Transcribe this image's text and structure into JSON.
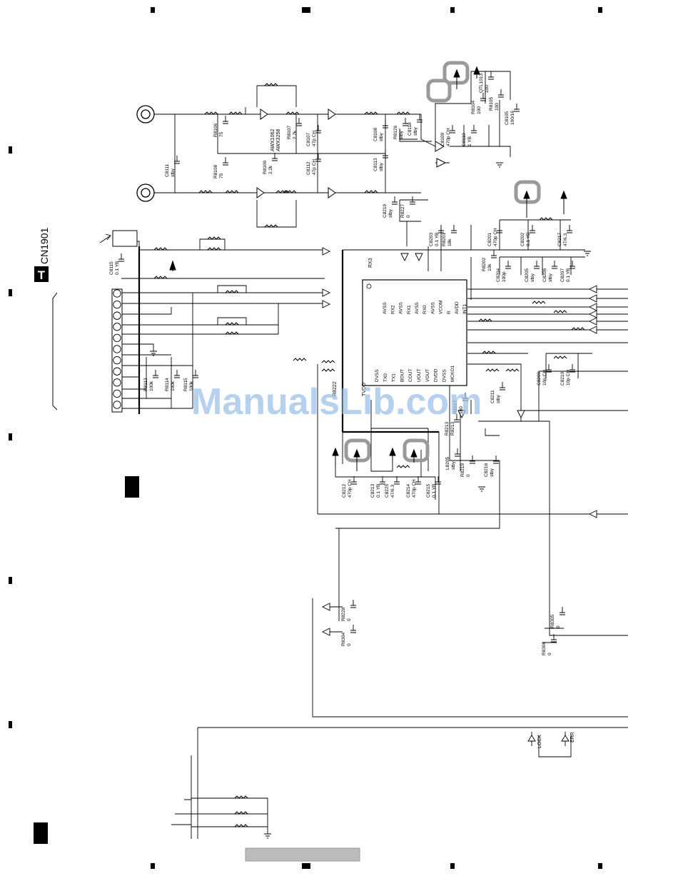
{
  "connector": {
    "badge": "T",
    "name": "CN1901"
  },
  "watermark": "ManualsLib.com",
  "ic": {
    "left_pins": [
      "RX3",
      "AVSS",
      "RX2",
      "AVSS",
      "RX1",
      "AVSS",
      "RX0",
      "AVSS",
      "VCOM",
      "R",
      "AVDD",
      "INT1"
    ],
    "bottom_pins": [
      "DVSS",
      "TX0",
      "TX1",
      "BOUT",
      "COUT",
      "UOUT",
      "VOUT",
      "DVDD",
      "DVSS",
      "MCKO1"
    ],
    "extra_labels": [
      "TVDD",
      "R8222"
    ]
  },
  "parts": [
    {
      "ref": "C8111",
      "val": "stby"
    },
    {
      "ref": "R8106",
      "val": "75"
    },
    {
      "ref": "R8108",
      "val": "75"
    },
    {
      "ref": "R8109",
      "val": "2.2k"
    },
    {
      "ref": "R8107",
      "val": "2.2k"
    },
    {
      "ref": "C8107",
      "val": "47p CH"
    },
    {
      "ref": "C8112",
      "val": "47p CH"
    },
    {
      "ref": "C8108",
      "val": "stby"
    },
    {
      "ref": "C8113",
      "val": "stby"
    },
    {
      "ref": "R8126",
      "val": "stby"
    },
    {
      "ref": "C8118",
      "val": "stby"
    },
    {
      "ref": "C8109",
      "val": "470p CH"
    },
    {
      "ref": "C8110",
      "val": "1 YB"
    },
    {
      "ref": "R8104",
      "val": "100"
    },
    {
      "ref": "R8105",
      "val": "100"
    },
    {
      "ref": "C8105",
      "val": "100/16"
    },
    {
      "ref": "QTL1013",
      "val": "100"
    },
    {
      "ref": "C8219",
      "val": "stby"
    },
    {
      "ref": "R8227",
      "val": "0"
    },
    {
      "ref": "C8203",
      "val": "0.1 YB"
    },
    {
      "ref": "R8201",
      "val": "18k"
    },
    {
      "ref": "C8201",
      "val": "470p CH"
    },
    {
      "ref": "C8202",
      "val": "0.1 YB"
    },
    {
      "ref": "C8217",
      "val": "47/6.3"
    },
    {
      "ref": "R8202",
      "val": "10k"
    },
    {
      "ref": "C8204",
      "val": "100p"
    },
    {
      "ref": "C8205",
      "val": "stby"
    },
    {
      "ref": "C8206",
      "val": "stby"
    },
    {
      "ref": "C8207",
      "val": "0.1 YB"
    },
    {
      "ref": "C8115",
      "val": "0.1 YB"
    },
    {
      "ref": "R8113",
      "val": "100k"
    },
    {
      "ref": "R8114",
      "val": "100k"
    },
    {
      "ref": "R8115",
      "val": "100k"
    },
    {
      "ref": "C8209",
      "val": "10p CH"
    },
    {
      "ref": "C8210",
      "val": "10p CH"
    },
    {
      "ref": "C8211",
      "val": "stby"
    },
    {
      "ref": "R8212",
      "val": "100"
    },
    {
      "ref": "R8213",
      "val": "R8213"
    },
    {
      "ref": "C8212",
      "val": "470p CH"
    },
    {
      "ref": "C8213",
      "val": "0.1 YB"
    },
    {
      "ref": "C8225",
      "val": "47/6.3"
    },
    {
      "ref": "C8214",
      "val": "470p CH"
    },
    {
      "ref": "C8215",
      "val": "0.1 YB"
    },
    {
      "ref": "L8205",
      "val": "stby"
    },
    {
      "ref": "R8219",
      "val": "0"
    },
    {
      "ref": "C8216",
      "val": "stby"
    },
    {
      "ref": "R8228",
      "val": "0"
    },
    {
      "ref": "R8304",
      "val": "0"
    },
    {
      "ref": "R8305",
      "val": "0"
    },
    {
      "ref": "R8306",
      "val": "0"
    }
  ],
  "ics": [
    {
      "ref": "AWX1062",
      "val": "AWX3258"
    }
  ],
  "signals": [
    "LOCK",
    "ERR"
  ]
}
